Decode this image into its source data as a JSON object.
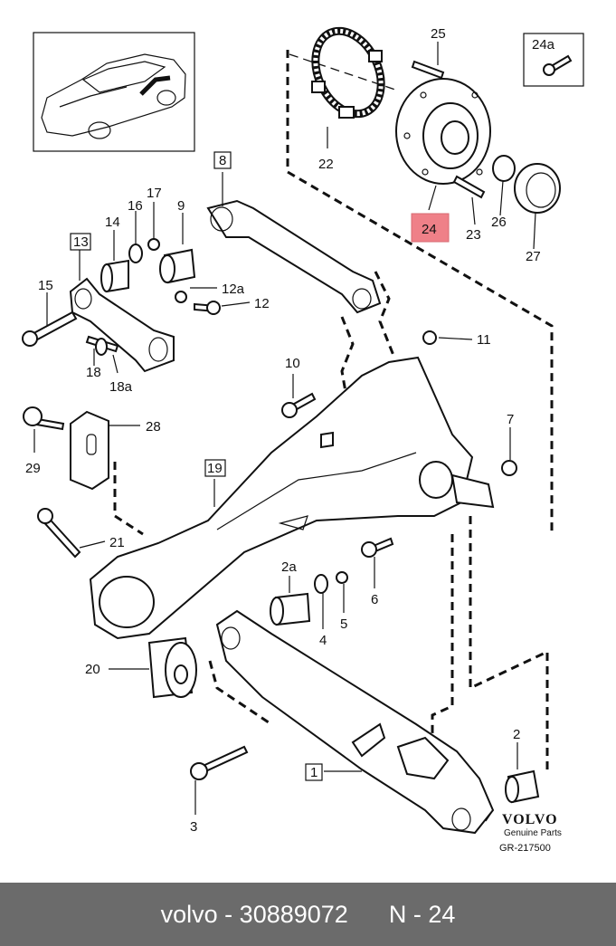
{
  "labels": {
    "p1": "1",
    "p2": "2",
    "p2a": "2a",
    "p3": "3",
    "p4": "4",
    "p5": "5",
    "p6": "6",
    "p7": "7",
    "p8": "8",
    "p9": "9",
    "p10": "10",
    "p11": "11",
    "p12": "12",
    "p12a": "12a",
    "p13": "13",
    "p14": "14",
    "p15": "15",
    "p16": "16",
    "p17": "17",
    "p18": "18",
    "p18a": "18a",
    "p19": "19",
    "p20": "20",
    "p21": "21",
    "p22": "22",
    "p23": "23",
    "p24": "24",
    "p24a": "24a",
    "p25": "25",
    "p26": "26",
    "p27": "27",
    "p28": "28",
    "p29": "29"
  },
  "highlight_part": "24",
  "brand": {
    "name": "VOLVO",
    "subtitle": "Genuine Parts",
    "ref": "GR-217500"
  },
  "footer": {
    "brand": "volvo",
    "separator": " - ",
    "part_number": "30889072",
    "position": "N - 24"
  },
  "colors": {
    "highlight": "#ef8088",
    "footer_bg": "#6b6b6b"
  }
}
